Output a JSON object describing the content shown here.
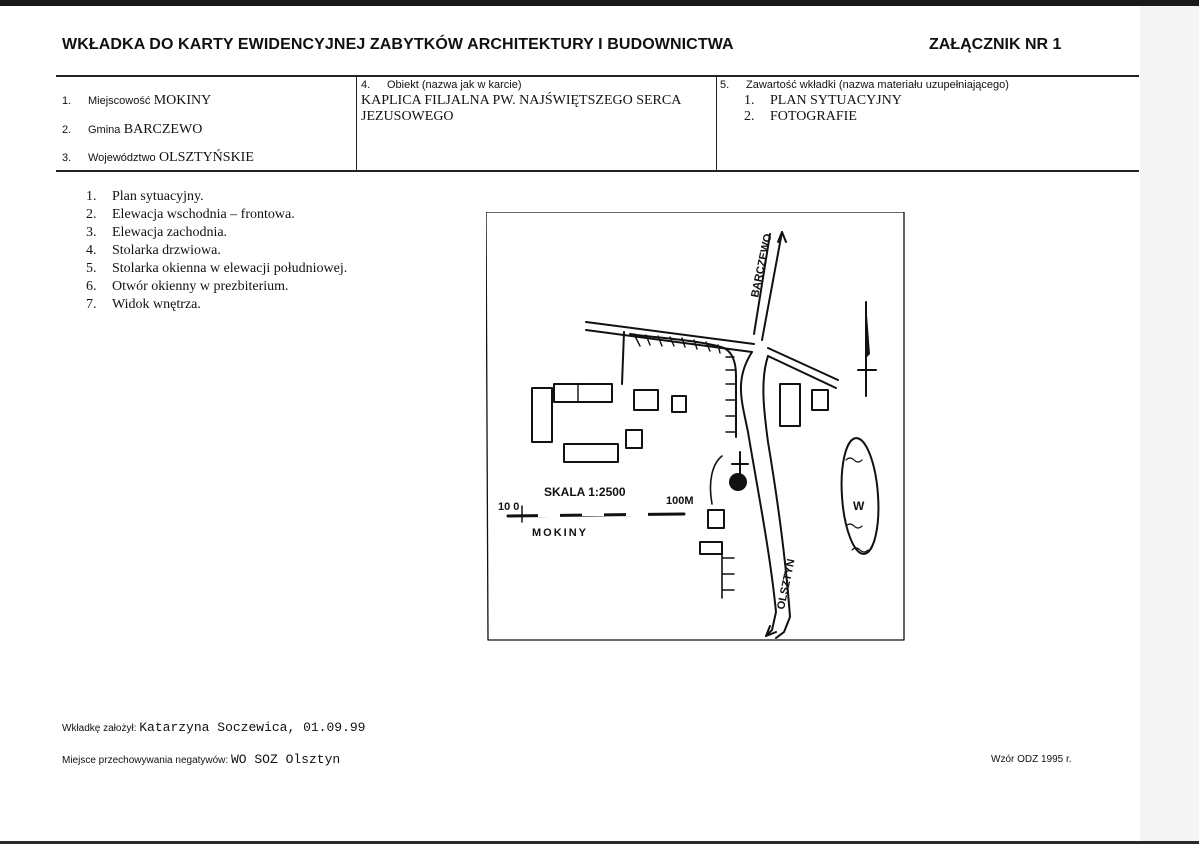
{
  "header": {
    "title": "WKŁADKA DO KARTY EWIDENCYJNEJ ZABYTKÓW ARCHITEKTURY I BUDOWNICTWA",
    "annex": "ZAŁĄCZNIK NR 1"
  },
  "location": {
    "locality": {
      "num": "1.",
      "label": "Miejscowość",
      "value": "MOKINY"
    },
    "commune": {
      "num": "2.",
      "label": "Gmina",
      "value": "BARCZEWO"
    },
    "voivodeship": {
      "num": "3.",
      "label": "Województwo",
      "value": "OLSZTYŃSKIE"
    }
  },
  "object": {
    "num": "4.",
    "label": "Obiekt (nazwa jak w karcie)",
    "line1": "KAPLICA FILJALNA PW. NAJŚWIĘTSZEGO SERCA",
    "line2": "JEZUSOWEGO"
  },
  "contents": {
    "num": "5.",
    "label": "Zawartość wkładki (nazwa materiału uzupełniającego)",
    "items": [
      {
        "n": "1.",
        "text": "PLAN SYTUACYJNY"
      },
      {
        "n": "2.",
        "text": "FOTOGRAFIE"
      }
    ]
  },
  "document_list": [
    {
      "n": "1.",
      "text": "Plan sytuacyjny."
    },
    {
      "n": "2.",
      "text": "Elewacja wschodnia – frontowa."
    },
    {
      "n": "3.",
      "text": "Elewacja zachodnia."
    },
    {
      "n": "4.",
      "text": "Stolarka drzwiowa."
    },
    {
      "n": "5.",
      "text": "Stolarka okienna w elewacji południowej."
    },
    {
      "n": "6.",
      "text": "Otwór okienny w prezbiterium."
    },
    {
      "n": "7.",
      "text": "Widok wnętrza."
    }
  ],
  "map": {
    "road_north": "BARCZEWO",
    "road_south": "OLSZTYN",
    "scale_text": "SKALA 1:2500",
    "scale_start": "10 0",
    "scale_end": "100M",
    "place": "MOKINY",
    "water": "W"
  },
  "footer": {
    "founder_label": "Wkładkę założył:",
    "founder_value": "Katarzyna Soczewica, 01.09.99",
    "storage_label": "Miejsce przechowywania negatywów:",
    "storage_value": "WO SOZ Olsztyn",
    "template": "Wzór ODZ 1995 r."
  }
}
